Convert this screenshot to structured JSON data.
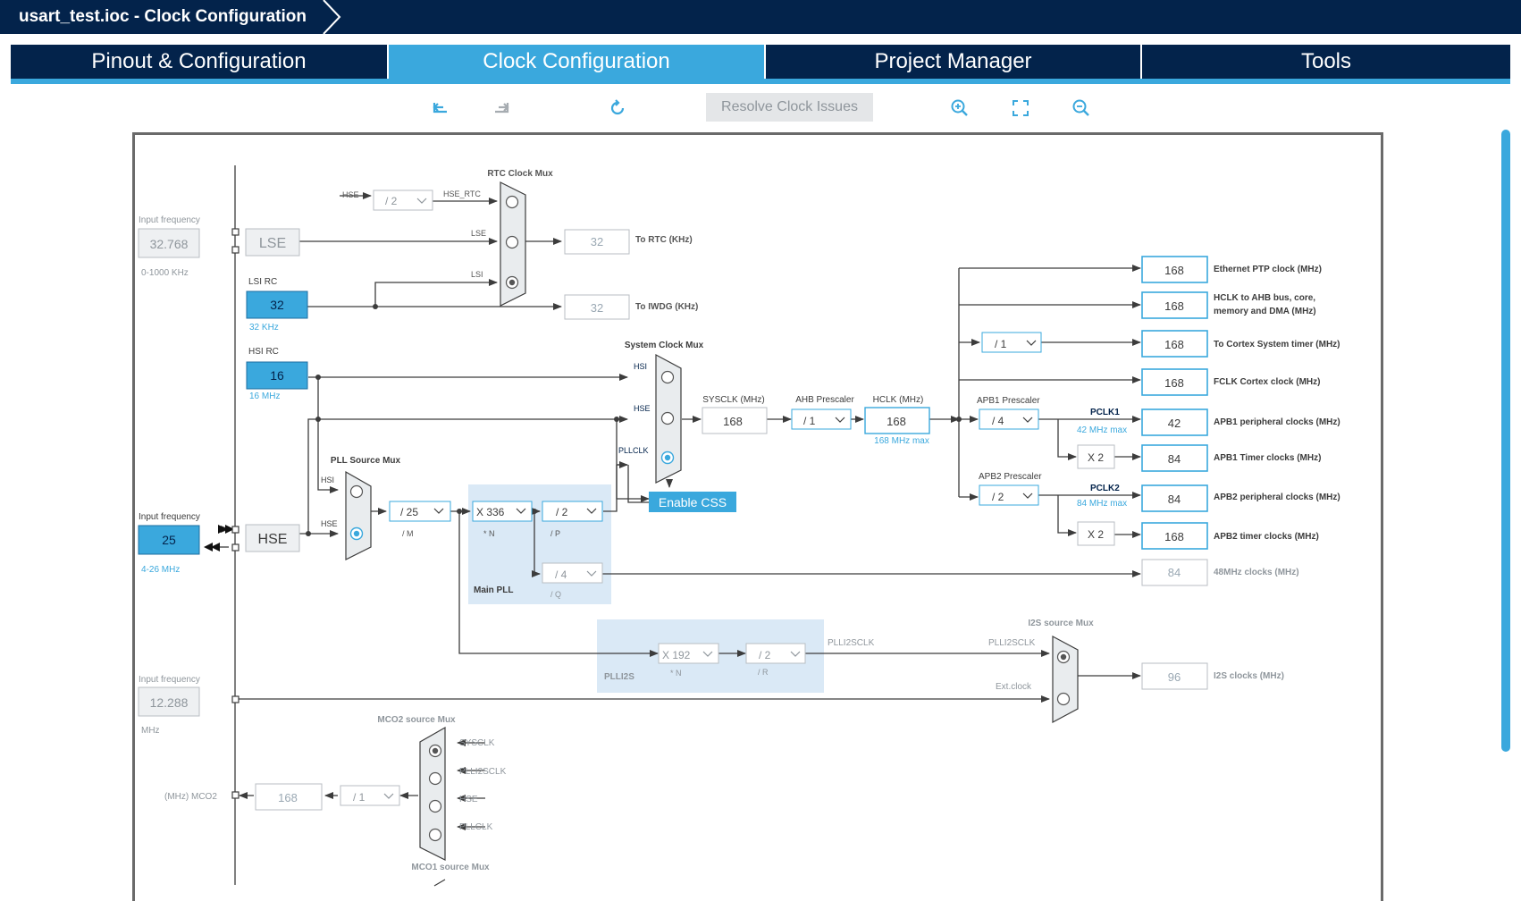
{
  "app": {
    "title": "usart_test.ioc - Clock Configuration"
  },
  "tabs": [
    {
      "label": "Pinout & Configuration",
      "active": false
    },
    {
      "label": "Clock Configuration",
      "active": true
    },
    {
      "label": "Project Manager",
      "active": false
    },
    {
      "label": "Tools",
      "active": false
    }
  ],
  "toolbar": {
    "undo_icon": "undo-icon",
    "redo_icon": "redo-icon",
    "reset_icon": "refresh-icon",
    "resolve_label": "Resolve Clock Issues",
    "zoom_in_icon": "zoom-in-icon",
    "fit_icon": "fit-screen-icon",
    "zoom_out_icon": "zoom-out-icon"
  },
  "colors": {
    "dark_navy": "#03234b",
    "accent_blue": "#3aa8dd",
    "pll_region": "#dae9f6",
    "line": "#3c3c3c",
    "disabled_text": "#9aa8b3",
    "input_gray": "#eef0f2"
  },
  "diagram": {
    "lse_input": {
      "caption": "Input frequency",
      "value": "32.768",
      "range": "0-1000 KHz"
    },
    "lse_box": "LSE",
    "lsi": {
      "label": "LSI RC",
      "value": "32",
      "freq": "32 KHz"
    },
    "hsi": {
      "label": "HSI RC",
      "value": "16",
      "freq": "16 MHz"
    },
    "hse_input": {
      "caption": "Input frequency",
      "value": "25",
      "range": "4-26 MHz"
    },
    "hse_box": "HSE",
    "i2s_input": {
      "caption": "Input frequency",
      "value": "12.288",
      "unit": "MHz"
    },
    "rtc": {
      "mux_title": "RTC Clock Mux",
      "hse_label": "HSE",
      "hse_div": "/ 2",
      "hse_rtc": "HSE_RTC",
      "lse_label": "LSE",
      "lsi_label": "LSI",
      "to_rtc_value": "32",
      "to_rtc_label": "To RTC (KHz)",
      "to_iwdg_value": "32",
      "to_iwdg_label": "To IWDG (KHz)"
    },
    "pll_source_mux": {
      "title": "PLL Source Mux",
      "hsi": "HSI",
      "hse": "HSE"
    },
    "main_pll": {
      "title": "Main PLL",
      "m_div": "/ 25",
      "m_label": "/ M",
      "n_mul": "X 336",
      "n_label": "* N",
      "p_div": "/ 2",
      "p_label": "/ P",
      "q_div": "/ 4",
      "q_label": "/ Q"
    },
    "system_mux": {
      "title": "System Clock Mux",
      "hsi": "HSI",
      "hse": "HSE",
      "pllclk": "PLLCLK",
      "css_label": "Enable CSS"
    },
    "sysclk": {
      "label": "SYSCLK (MHz)",
      "value": "168"
    },
    "ahb": {
      "label": "AHB Prescaler",
      "value": "/ 1"
    },
    "hclk": {
      "label": "HCLK (MHz)",
      "value": "168",
      "max": "168 MHz max"
    },
    "apb1": {
      "label": "APB1 Prescaler",
      "value": "/ 4",
      "pclk": "PCLK1",
      "max": "42 MHz max",
      "timer_mul": "X 2"
    },
    "apb2": {
      "label": "APB2 Prescaler",
      "value": "/ 2",
      "pclk": "PCLK2",
      "max": "84 MHz max",
      "timer_mul": "X 2"
    },
    "cortex_div": "/ 1",
    "outputs": [
      {
        "value": "168",
        "label": "Ethernet PTP clock (MHz)",
        "enabled": true
      },
      {
        "value": "168",
        "label": "HCLK to AHB bus, core,",
        "label2": "memory and DMA (MHz)",
        "enabled": true
      },
      {
        "value": "168",
        "label": "To Cortex System timer (MHz)",
        "enabled": true
      },
      {
        "value": "168",
        "label": "FCLK Cortex clock (MHz)",
        "enabled": true
      },
      {
        "value": "42",
        "label": "APB1 peripheral clocks (MHz)",
        "enabled": true
      },
      {
        "value": "84",
        "label": "APB1 Timer clocks (MHz)",
        "enabled": true
      },
      {
        "value": "84",
        "label": "APB2 peripheral clocks (MHz)",
        "enabled": true
      },
      {
        "value": "168",
        "label": "APB2 timer clocks (MHz)",
        "enabled": true
      },
      {
        "value": "84",
        "label": "48MHz clocks (MHz)",
        "enabled": false
      }
    ],
    "plli2s": {
      "title": "PLLI2S",
      "n_mul": "X 192",
      "n_label": "* N",
      "r_div": "/ 2",
      "r_label": "/ R",
      "out_label": "PLLI2SCLK"
    },
    "i2s_mux": {
      "title": "I2S source Mux",
      "plli2sclk": "PLLI2SCLK",
      "ext": "Ext.clock",
      "out_value": "96",
      "out_label": "I2S clocks (MHz)"
    },
    "mco2": {
      "title": "MCO2 source Mux",
      "sysclk": "SYSCLK",
      "plli2sclk": "PLLI2SCLK",
      "hse": "HSE",
      "pllclk": "PLLCLK",
      "div": "/ 1",
      "value": "168",
      "label": "(MHz) MCO2"
    },
    "mco1": {
      "title": "MCO1 source Mux"
    }
  }
}
